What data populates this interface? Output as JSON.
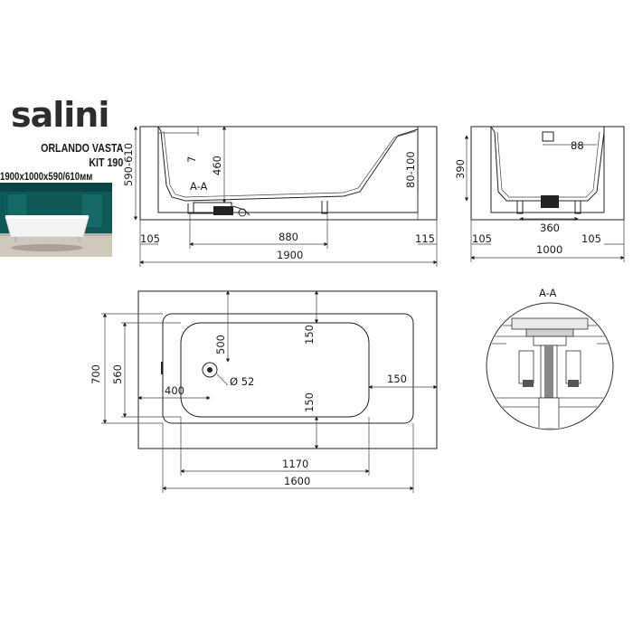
{
  "brand": {
    "logo_text": "salini",
    "model": "ORLANDO VASTA",
    "kit": "KIT 190",
    "dimensions": "1900x1000x590/610мм"
  },
  "side_view": {
    "section_label": "A-A",
    "height_range": "590-610",
    "depth_7": "7",
    "depth_460": "460",
    "right_height": "80-100",
    "left_offset": "105",
    "drain_span": "880",
    "right_offset": "115",
    "total_length": "1900"
  },
  "end_view": {
    "inner_depth": "390",
    "top_width": "88",
    "feet_span": "360",
    "left_offset": "105",
    "right_offset": "105",
    "total_width": "1000"
  },
  "plan_view": {
    "outer_width": "700",
    "inner_width": "560",
    "drain_offset_y": "500",
    "top_margin": "150",
    "drain_offset_x": "400",
    "drain_diameter": "Ø 52",
    "right_margin": "150",
    "bottom_margin": "150",
    "inner_length": "1170",
    "outer_length": "1600"
  },
  "detail": {
    "label": "A-A"
  },
  "colors": {
    "line": "#222222",
    "accent": "#7aa84a",
    "wall": "#0f5a57"
  }
}
